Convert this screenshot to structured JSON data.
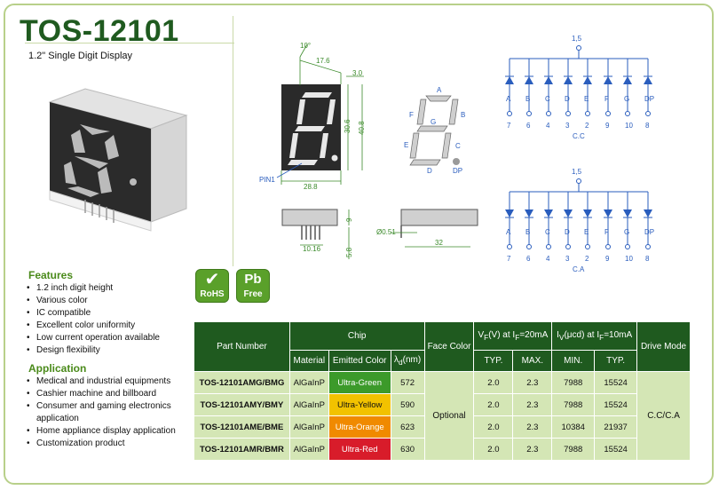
{
  "header": {
    "title": "TOS-12101",
    "subtitle": "1.2\" Single Digit Display"
  },
  "diagram": {
    "angle": "10°",
    "dims": {
      "d17_6": "17.6",
      "d3_0": "3.0",
      "d30_6": "30.6",
      "d40_8": "40.8",
      "d28_8": "28.8",
      "d9": "9",
      "d10_16": "10.16",
      "d5_8": "5.8",
      "d0_51": "Ø0.51",
      "d32": "32"
    },
    "pin1": "PIN1",
    "segment_letters": [
      "A",
      "B",
      "C",
      "D",
      "E",
      "F",
      "G",
      "DP"
    ],
    "circuit_top": {
      "common": "1,5",
      "labels": [
        "A",
        "B",
        "C",
        "D",
        "E",
        "F",
        "G",
        "DP"
      ],
      "pins": [
        "7",
        "6",
        "4",
        "3",
        "2",
        "9",
        "10",
        "8"
      ],
      "mode": "C.C"
    },
    "circuit_bottom": {
      "common": "1,5",
      "labels": [
        "A",
        "B",
        "C",
        "D",
        "E",
        "F",
        "G",
        "DP"
      ],
      "pins": [
        "7",
        "6",
        "4",
        "3",
        "2",
        "9",
        "10",
        "8"
      ],
      "mode": "C.A"
    }
  },
  "features": {
    "title": "Features",
    "items": [
      "1.2 inch digit height",
      "Various color",
      "IC compatible",
      "Excellent color uniformity",
      "Low current operation available",
      "Design flexibility"
    ]
  },
  "application": {
    "title": "Application",
    "items": [
      "Medical and industrial equipments",
      "Cashier machine and billboard",
      "Consumer and gaming electronics application",
      "Home appliance display application",
      "Customization product"
    ]
  },
  "badges": {
    "rohs": {
      "label": "RoHS"
    },
    "pb": {
      "top": "Pb",
      "bottom": "Free"
    }
  },
  "table": {
    "headers": {
      "part_number": "Part Number",
      "chip": "Chip",
      "face_color": "Face Color",
      "vf_prefix": "V",
      "vf_sub": "F",
      "vf_mid": "(V) at I",
      "vf_sub2": "F",
      "vf_suffix": "=20mA",
      "iv_prefix": "I",
      "iv_sub": "V",
      "iv_mid": "(μcd) at I",
      "iv_sub2": "F",
      "iv_suffix": "=10mA",
      "drive_mode": "Drive Mode",
      "material": "Material",
      "emitted_color": "Emitted Color",
      "lambda_prefix": "λ",
      "lambda_sub": "d",
      "lambda_suffix": "(nm)",
      "typ": "TYP.",
      "max": "MAX.",
      "min": "MIN.",
      "typ2": "TYP."
    },
    "rows": [
      {
        "part": "TOS-12101AMG/BMG",
        "material": "AlGaInP",
        "color": "Ultra-Green",
        "color_hex": "#3c9a2a",
        "lambda": "572",
        "vf_typ": "2.0",
        "vf_max": "2.3",
        "iv_min": "7988",
        "iv_typ": "15524"
      },
      {
        "part": "TOS-12101AMY/BMY",
        "material": "AlGaInP",
        "color": "Ultra-Yellow",
        "color_hex": "#f2c200",
        "lambda": "590",
        "vf_typ": "2.0",
        "vf_max": "2.3",
        "iv_min": "7988",
        "iv_typ": "15524"
      },
      {
        "part": "TOS-12101AME/BME",
        "material": "AlGaInP",
        "color": "Ultra-Orange",
        "color_hex": "#f08a00",
        "lambda": "623",
        "vf_typ": "2.0",
        "vf_max": "2.3",
        "iv_min": "10384",
        "iv_typ": "21937"
      },
      {
        "part": "TOS-12101AMR/BMR",
        "material": "AlGaInP",
        "color": "Ultra-Red",
        "color_hex": "#d81c2a",
        "lambda": "630",
        "vf_typ": "2.0",
        "vf_max": "2.3",
        "iv_min": "7988",
        "iv_typ": "15524"
      }
    ],
    "face_color_value": "Optional",
    "drive_mode_value": "C.C/C.A"
  }
}
